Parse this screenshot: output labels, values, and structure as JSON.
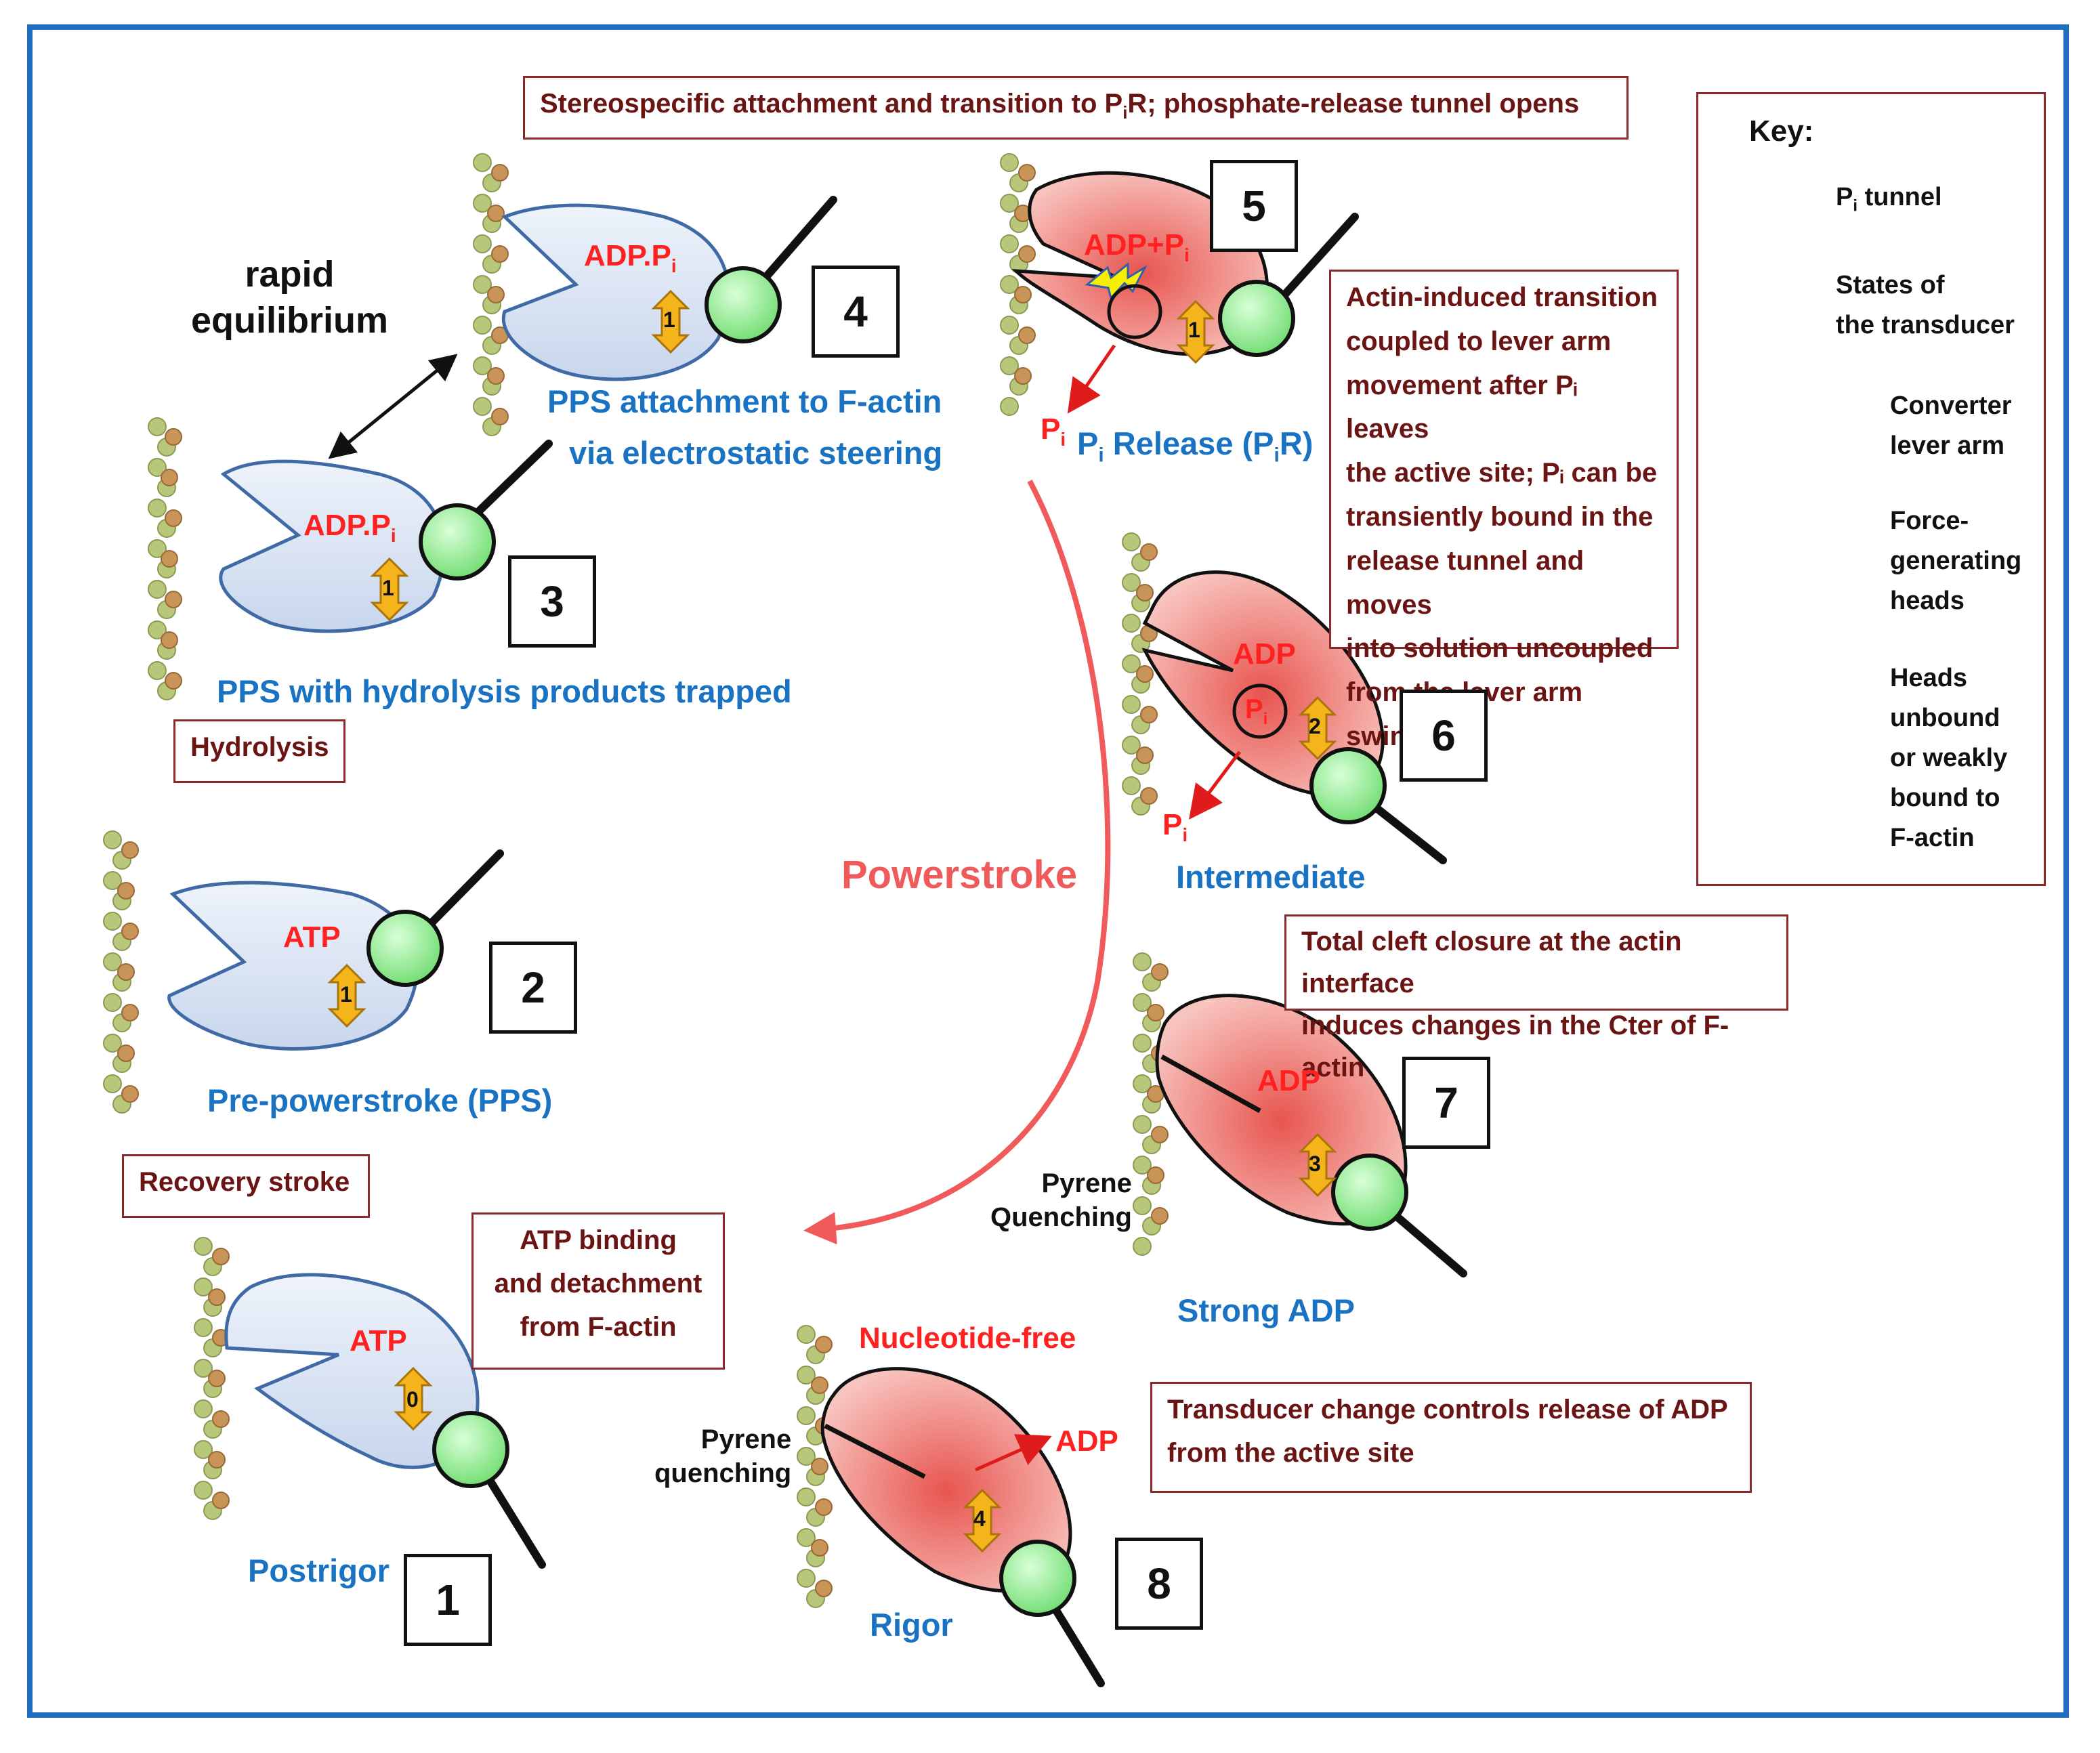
{
  "states": {
    "s1": {
      "number": "1",
      "name": "Postrigor",
      "nucleotide": "ATP",
      "transducer": "0"
    },
    "s2": {
      "number": "2",
      "name": "Pre-powerstroke (PPS)",
      "nucleotide": "ATP",
      "transducer": "1"
    },
    "s3": {
      "number": "3",
      "name": "PPS with hydrolysis products trapped",
      "nucleotide_main": "ADP.P",
      "nucleotide_sub": "i",
      "transducer": "1"
    },
    "s4": {
      "number": "4",
      "name_line1": "PPS attachment to F-actin",
      "name_line2": "via electrostatic steering",
      "nucleotide_main": "ADP.P",
      "nucleotide_sub": "i",
      "transducer": "1"
    },
    "s5": {
      "number": "5",
      "name_p": "P",
      "name_sub": "i",
      "name_rest": " Release (P",
      "name_sub2": "i",
      "name_end": "R)",
      "nucleotide_main": "ADP+P",
      "nucleotide_sub": "i",
      "transducer": "1",
      "pi_label": "P",
      "pi_sub": "i"
    },
    "s6": {
      "number": "6",
      "name": "Intermediate",
      "nucleotide": "ADP",
      "pi_circle": "P",
      "pi_circle_sub": "i",
      "pi_label": "P",
      "pi_sub": "i",
      "transducer": "2"
    },
    "s7": {
      "number": "7",
      "name": "Strong ADP",
      "nucleotide": "ADP",
      "transducer": "3",
      "pyrene": "Pyrene\nQuenching"
    },
    "s8": {
      "number": "8",
      "name": "Rigor",
      "nucleotide": "Nucleotide-free",
      "released": "ADP",
      "transducer": "4",
      "pyrene": "Pyrene\nquenching"
    }
  },
  "labels": {
    "rapid_eq": "rapid\nequilibrium",
    "powerstroke": "Powerstroke",
    "hydrolysis": "Hydrolysis",
    "recovery": "Recovery stroke",
    "atp_binding": "ATP binding\nand detachment\nfrom F-actin",
    "stereo_a": "Stereospecific attachment and transition to P",
    "stereo_sub": "i",
    "stereo_b": "R; phosphate-release tunnel opens",
    "actin_induced": "Actin-induced transition\ncoupled to lever arm\nmovement after Pᵢ leaves\nthe active site; Pᵢ can be\ntransiently bound in the\nrelease tunnel and moves\ninto solution uncoupled\nfrom the lever arm swing",
    "cleft": "Total cleft closure at the actin interface\ninduces changes in the Cter of F-actin",
    "transducer_change": "Transducer change controls release of ADP\nfrom the active site"
  },
  "key": {
    "title": "Key:",
    "tunnel_p": "P",
    "tunnel_sub": "i",
    "tunnel_rest": " tunnel",
    "transducer": "States of\nthe transducer",
    "converter": "Converter\nlever arm",
    "force": "Force-\ngenerating\nheads",
    "unbound": "Heads\nunbound\nor weakly\nbound to\nF-actin"
  },
  "colors": {
    "frame": "#1e6fc2",
    "blue_text": "#1a73c2",
    "red_text": "#ff2020",
    "box_border": "#8a2a2a",
    "box_text": "#6b1414",
    "head_blue": "#d3dff0",
    "head_red": "#f3b3ad",
    "converter_green": "#8fe68f",
    "arrow_orange": "#f5b41c",
    "powerstroke": "#f05a5a"
  }
}
